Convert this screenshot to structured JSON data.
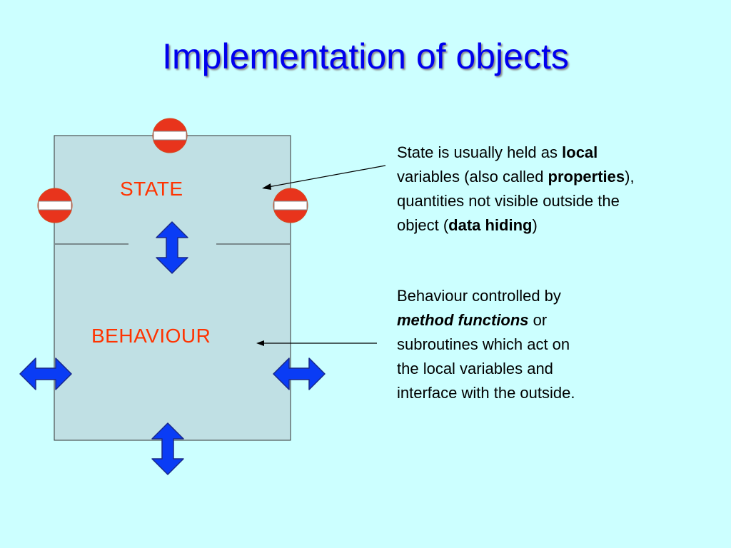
{
  "slide": {
    "title": "Implementation of objects"
  },
  "object_box": {
    "state_label": "STATE",
    "behaviour_label": "BEHAVIOUR",
    "box_color": "#c0e0e4",
    "label_color": "#ff3300"
  },
  "icons": {
    "state_blocker": "no-entry-icon",
    "arrow": "double-arrow-icon",
    "blocker_color": "#e8341c",
    "arrow_color": "#0a3cf5"
  },
  "callouts": {
    "state": {
      "t1": "State is usually held as ",
      "b1": "local",
      "t2": "variables (also called ",
      "b2": "properties",
      "t3": "),",
      "t4": "quantities not visible outside the",
      "t5": "object (",
      "b3": "data hiding",
      "t6": ")"
    },
    "behaviour": {
      "t1": "Behaviour controlled by",
      "bi1": "method functions",
      "t2": " or",
      "t3": "subroutines which act on",
      "t4": "the local variables and",
      "t5": "interface with the outside."
    }
  }
}
